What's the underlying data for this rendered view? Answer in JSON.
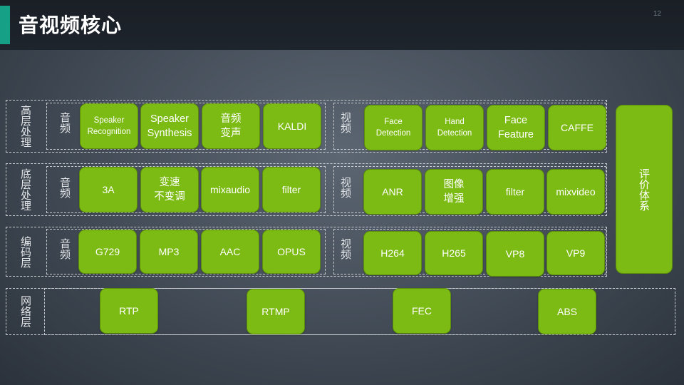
{
  "slide": {
    "title": "音视频核心",
    "page_number": "12"
  },
  "rows": [
    {
      "label": "高层处理",
      "audio_label": "音频",
      "audio": [
        "Speaker\nRecognition",
        "Speaker\nSynthesis",
        "音频\n变声",
        "KALDI"
      ],
      "video_label": "视频",
      "video": [
        "Face\nDetection",
        "Hand\nDetection",
        "Face\nFeature",
        "CAFFE"
      ]
    },
    {
      "label": "底层处理",
      "audio_label": "音频",
      "audio": [
        "3A",
        "变速\n不变调",
        "mixaudio",
        "filter"
      ],
      "video_label": "视频",
      "video": [
        "ANR",
        "图像\n增强",
        "filter",
        "mixvideo"
      ]
    },
    {
      "label": "编码层",
      "audio_label": "音频",
      "audio": [
        "G729",
        "MP3",
        "AAC",
        "OPUS"
      ],
      "video_label": "视频",
      "video": [
        "H264",
        "H265",
        "VP8",
        "VP9"
      ]
    },
    {
      "label": "网络层",
      "items": [
        "RTP",
        "RTMP",
        "FEC",
        "ABS"
      ]
    }
  ],
  "evaluation": "评价体系",
  "colors": {
    "box": "#7cbb13",
    "accent": "#16a085",
    "header": "#1b2027"
  }
}
